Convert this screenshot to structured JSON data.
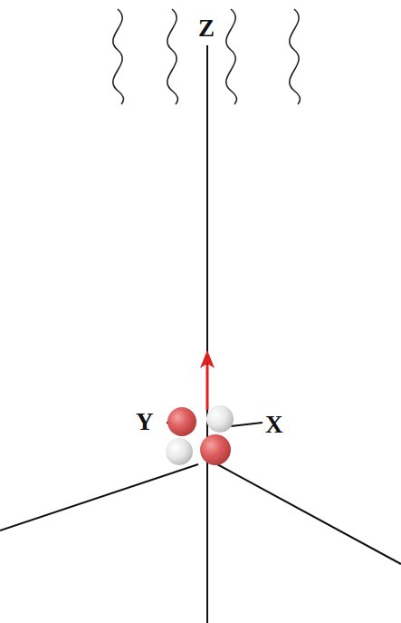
{
  "diagram": {
    "labels": [
      "Z",
      "Y",
      "X"
    ]
  }
}
